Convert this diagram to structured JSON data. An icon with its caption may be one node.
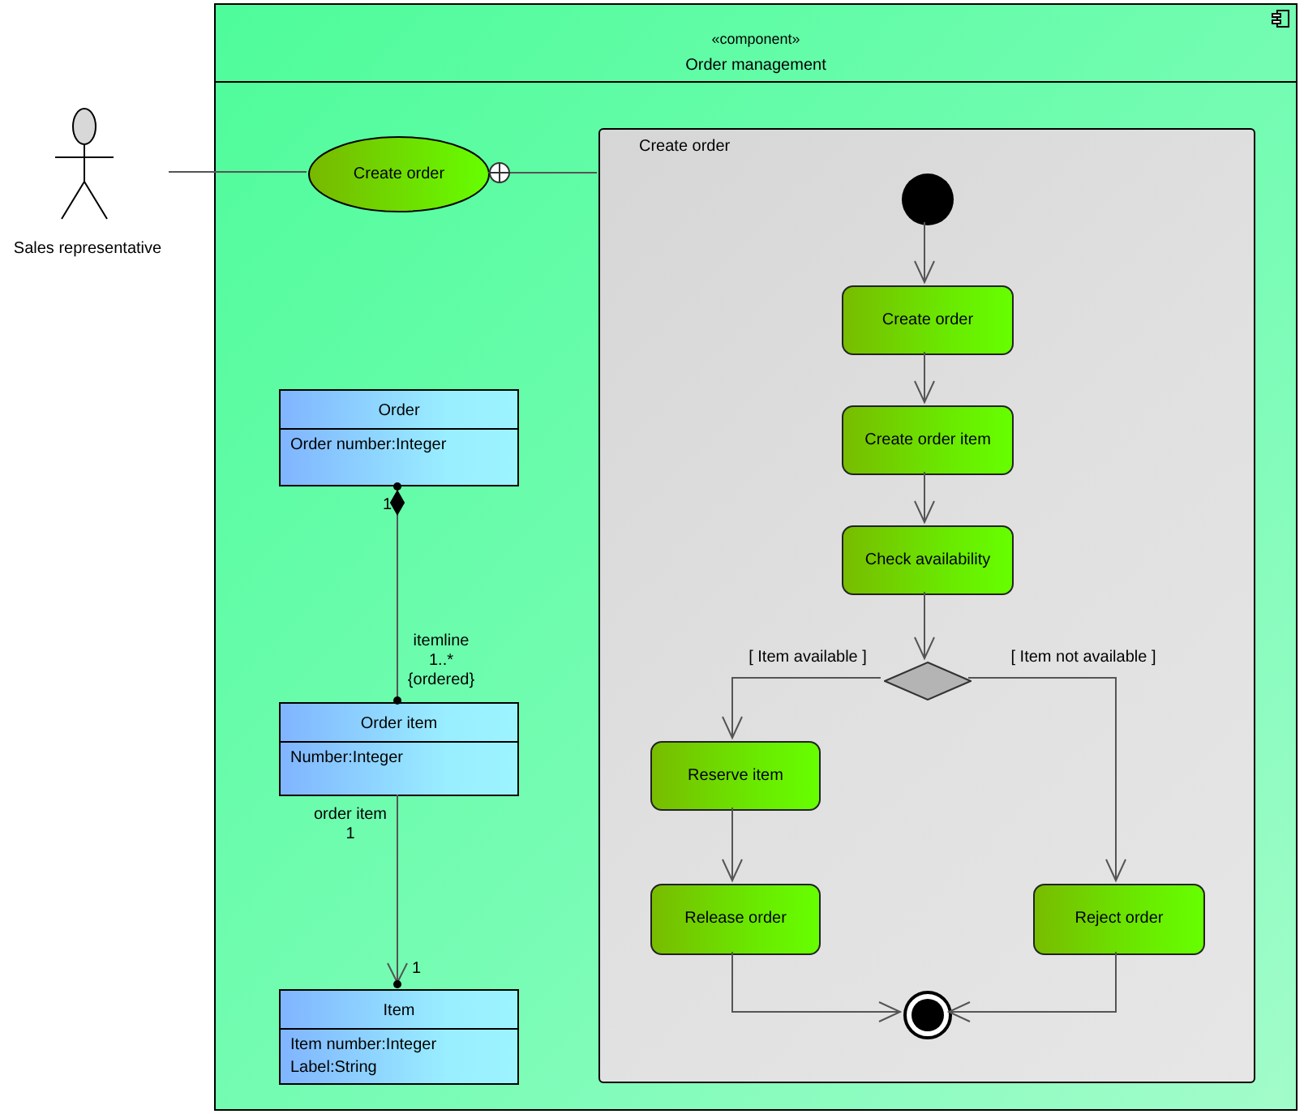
{
  "diagram": {
    "nodes": [
      {
        "text": [
          "«component»",
          "Order management"
        ]
      },
      {
        "text": [
          "Sales representative"
        ]
      },
      {
        "text": [
          "Create order"
        ],
        "in": 0
      },
      {
        "text": [
          "Create order"
        ],
        "in": 0
      },
      {
        "text": [],
        "shape": "circle",
        "in": 3
      },
      {
        "text": [
          "Create order"
        ],
        "in": 3
      },
      {
        "text": [
          "Create order item"
        ],
        "in": 3
      },
      {
        "text": [
          "Check availability"
        ],
        "in": 3
      },
      {
        "text": [],
        "shape": "diamond",
        "in": 3
      },
      {
        "text": [
          "Reserve item"
        ],
        "in": 3
      },
      {
        "text": [
          "Release order"
        ],
        "in": 3
      },
      {
        "text": [
          "Reject order"
        ],
        "in": 3
      },
      {
        "text": [],
        "shape": "circle",
        "in": 3
      },
      {
        "text": [
          "Order",
          "Order number:Integer"
        ],
        "in": 0
      },
      {
        "text": [
          "Order item",
          "Number:Integer"
        ],
        "in": 0
      },
      {
        "text": [
          "Item",
          "Item number:Integer",
          "Label:String"
        ],
        "in": 0
      }
    ],
    "edges": [
      {
        "from": 1,
        "to": 2,
        "arrow": "none"
      },
      {
        "from": 2,
        "to": 3,
        "arrow": "other"
      },
      {
        "from": 4,
        "to": 5,
        "arrow": "to"
      },
      {
        "from": 5,
        "to": 6,
        "arrow": "to"
      },
      {
        "from": 6,
        "to": 7,
        "arrow": "to"
      },
      {
        "from": 7,
        "to": 8,
        "arrow": "to"
      },
      {
        "from": 8,
        "to": 9,
        "arrow": "to",
        "label": "[ Item available ]"
      },
      {
        "from": 8,
        "to": 11,
        "arrow": "to",
        "label": "[ Item not available ]"
      },
      {
        "from": 9,
        "to": 10,
        "arrow": "to"
      },
      {
        "from": 10,
        "to": 12,
        "arrow": "to"
      },
      {
        "from": 11,
        "to": 12,
        "arrow": "to"
      },
      {
        "from": 13,
        "to": 14,
        "arrow": "other"
      },
      {
        "from": 14,
        "to": 15,
        "arrow": "to"
      }
    ],
    "labels": [
      "1",
      "itemline",
      "1..*",
      "{ordered}",
      "order item",
      "1",
      "1"
    ]
  }
}
